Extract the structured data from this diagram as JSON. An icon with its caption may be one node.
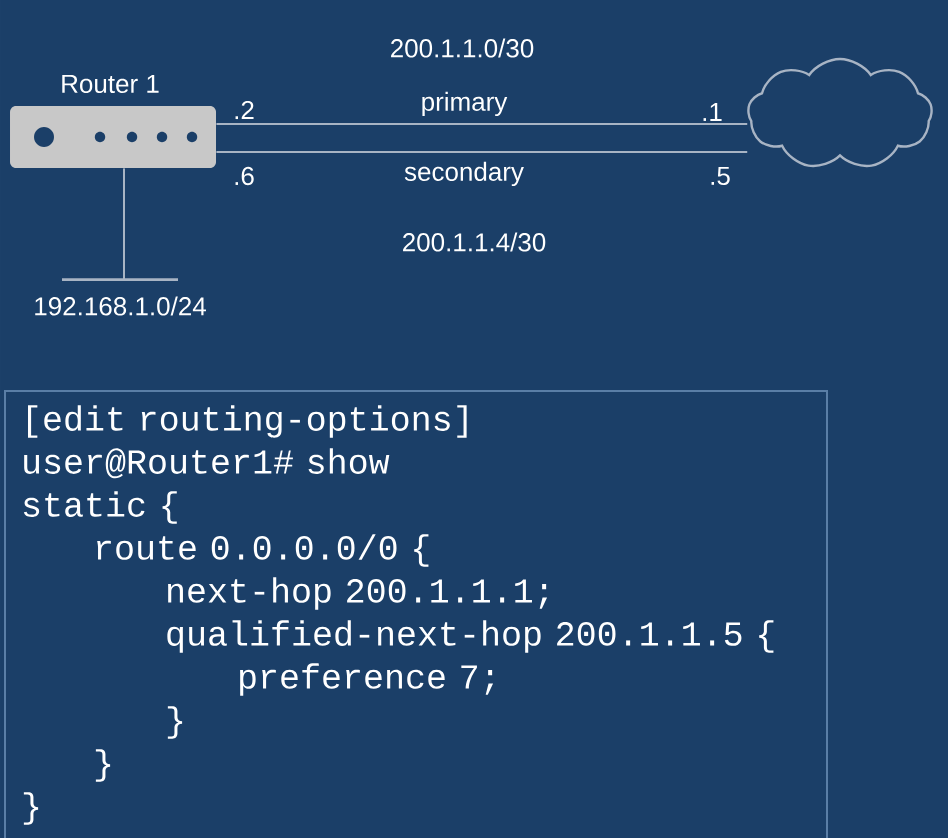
{
  "diagram": {
    "nodes": [
      {
        "text": [
          "Router 1"
        ]
      },
      {
        "text": [],
        "shape": "cloud"
      },
      {
        "text": [
          "192.168.1.0/24"
        ]
      },
      {
        "text": [
          "[edit routing-options]",
          "user@Router1# show",
          "static {",
          "route 0.0.0.0/0 {",
          "next-hop 200.1.1.1;",
          "qualified-next-hop 200.1.1.5 {",
          "preference 7;",
          "}",
          "}",
          "}"
        ]
      }
    ],
    "edges": [
      {
        "from": 0,
        "to": 1,
        "arrow": "none",
        "label": "primary"
      },
      {
        "from": 0,
        "to": 1,
        "arrow": "none",
        "label": "secondary"
      },
      {
        "from": 0,
        "to": 2,
        "arrow": "none"
      }
    ],
    "labels": [
      "200.1.1.0/30",
      ".2",
      ".1",
      ".6",
      ".5",
      "200.1.1.4/30"
    ]
  }
}
